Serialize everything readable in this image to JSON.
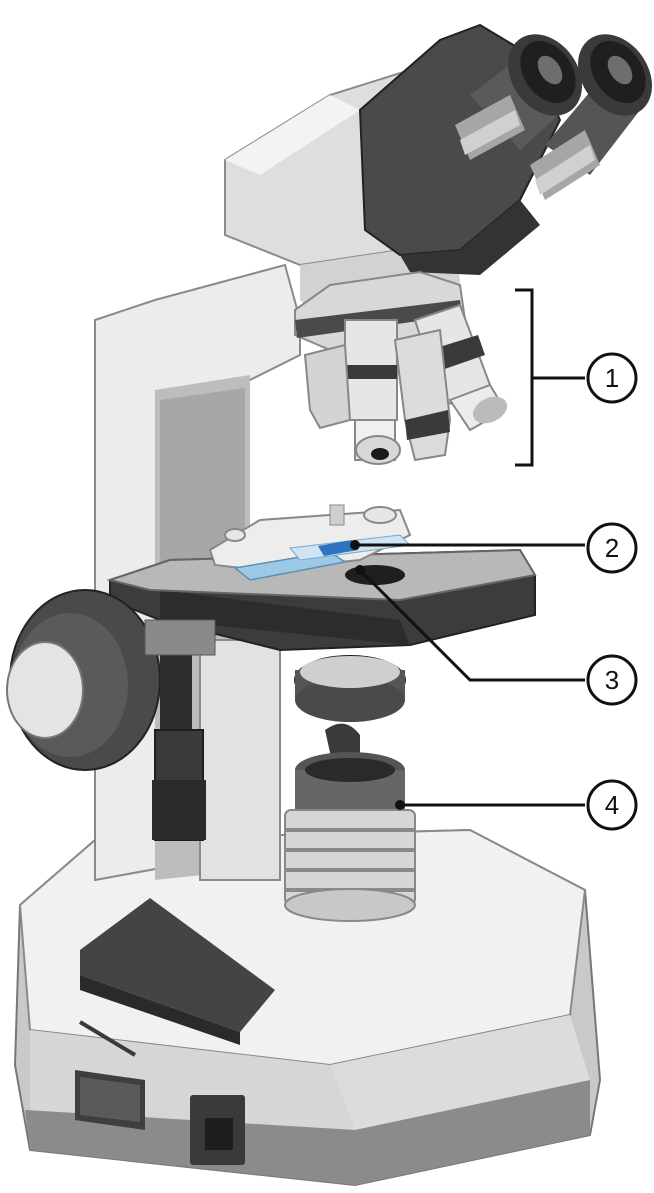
{
  "callouts": [
    {
      "id": 1,
      "label": "1"
    },
    {
      "id": 2,
      "label": "2"
    },
    {
      "id": 3,
      "label": "3"
    },
    {
      "id": 4,
      "label": "4"
    }
  ],
  "colors": {
    "body_light": "#e9e9e9",
    "body_mid": "#cfcfcf",
    "body_shadow": "#a9a9a9",
    "dark": "#3c3c3c",
    "darker": "#262626",
    "slide_blue": "#9cc9e6",
    "specimen_blue": "#2d74c3",
    "line": "#111111"
  }
}
